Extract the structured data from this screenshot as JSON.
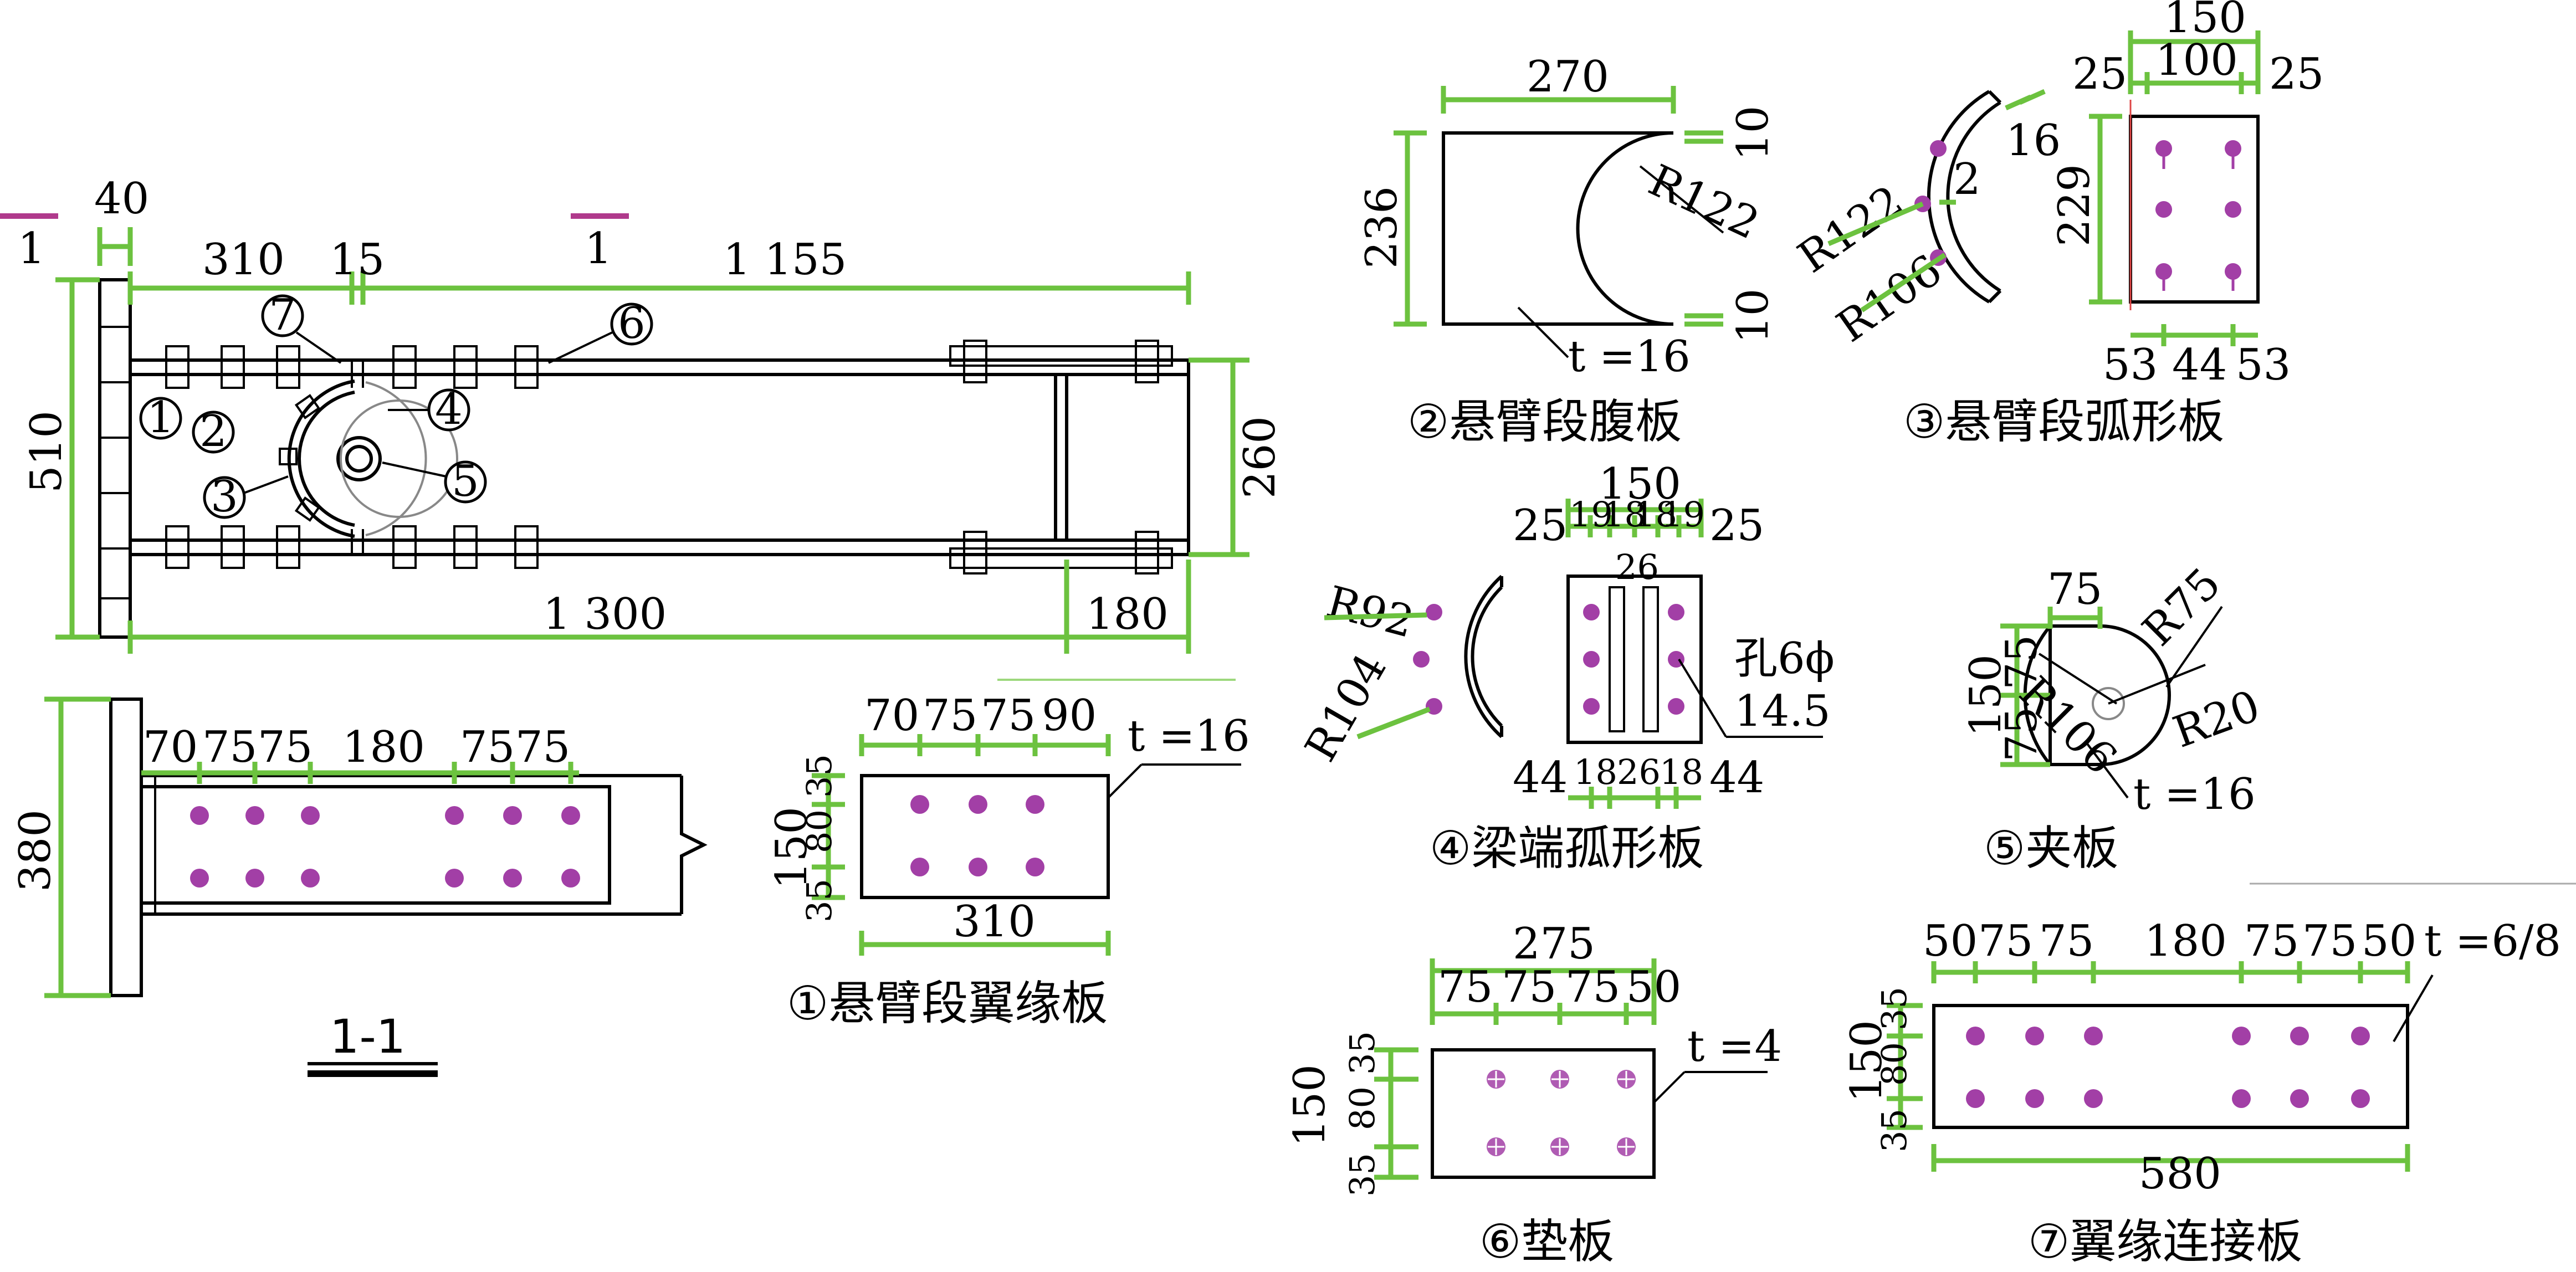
{
  "main_view": {
    "section_mark": "1",
    "dims": {
      "d40": "40",
      "d310": "310",
      "d15": "15",
      "d1155": "1 155",
      "d510": "510",
      "d260": "260",
      "d1300": "1 300",
      "d180": "180"
    },
    "callouts": [
      "1",
      "2",
      "3",
      "4",
      "5",
      "6",
      "7"
    ]
  },
  "section_view": {
    "title": "1-1",
    "dims": {
      "d380": "380",
      "d70": "70",
      "d75a": "75",
      "d75b": "75",
      "d180": "180",
      "d75c": "75",
      "d75d": "75"
    }
  },
  "part1": {
    "title": "①悬臂段翼缘板",
    "thickness": "t =16",
    "dims": {
      "d70": "70",
      "d75a": "75",
      "d75b": "75",
      "d90": "90",
      "d150": "150",
      "d35a": "35",
      "d80": "80",
      "d35b": "35",
      "d310": "310"
    }
  },
  "part2": {
    "title": "②悬臂段腹板",
    "thickness": "t =16",
    "dims": {
      "d270": "270",
      "d236": "236",
      "r122": "R122",
      "d10a": "10",
      "d10b": "10"
    }
  },
  "part3": {
    "title": "③悬臂段弧形板",
    "dims": {
      "d150": "150",
      "d25a": "25",
      "d100": "100",
      "d25b": "25",
      "d16": "16",
      "d2": "2",
      "r122": "R122",
      "r106": "R106",
      "d229": "229",
      "d53a": "53",
      "d44": "44",
      "d53b": "53"
    }
  },
  "part4": {
    "title": "④梁端孤形板",
    "hole_note": "孔6ϕ",
    "hole_dia": "14.5",
    "dims": {
      "d150": "150",
      "d25a": "25",
      "d19a": "19",
      "d18a": "18",
      "d18b": "18",
      "d19b": "19",
      "d25b": "25",
      "d26top": "26",
      "r92": "R92",
      "r104": "R104",
      "d44a": "44",
      "d18c": "18",
      "d26": "26",
      "d18d": "18",
      "d44b": "44"
    }
  },
  "part5": {
    "title": "⑤夹板",
    "thickness": "t =16",
    "dims": {
      "d75top": "75",
      "r75": "R75",
      "d150": "150",
      "d75a": "75",
      "d75b": "75",
      "r106": "R106",
      "r20": "R20"
    }
  },
  "part6": {
    "title": "⑥垫板",
    "thickness": "t =4",
    "dims": {
      "d275": "275",
      "d75a": "75",
      "d75b": "75",
      "d75c": "75",
      "d50": "50",
      "d150": "150",
      "d35a": "35",
      "d80": "80",
      "d35b": "35"
    }
  },
  "part7": {
    "title": "⑦翼缘连接板",
    "thickness": "t =6/8",
    "dims": {
      "d50a": "50",
      "d75a": "75",
      "d75b": "75",
      "d180": "180",
      "d75c": "75",
      "d75d": "75",
      "d50b": "50",
      "d150": "150",
      "d35a": "35",
      "d80": "80",
      "d35b": "35",
      "d580": "580"
    }
  },
  "colors": {
    "dimension": "#6cc23f",
    "bolt": "#a23fa6",
    "section_mark": "#b03a8c"
  }
}
